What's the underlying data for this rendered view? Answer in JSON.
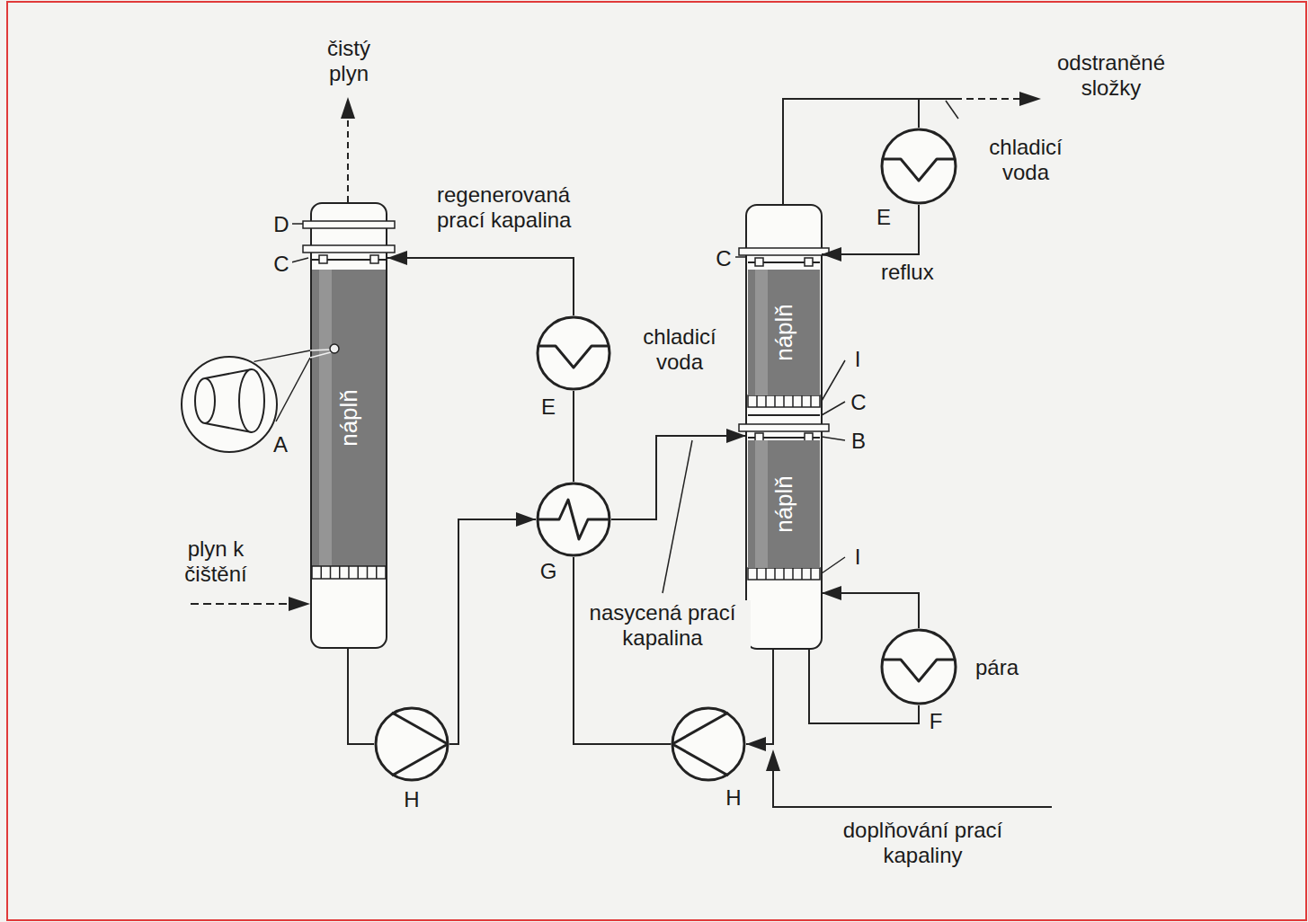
{
  "diagram": {
    "nodes": [
      {
        "text": [
          "náplň"
        ]
      },
      {
        "text": [
          "A"
        ]
      },
      {
        "text": [
          "chladicí voda",
          "E"
        ]
      },
      {
        "text": [
          "G"
        ]
      },
      {
        "text": [
          "H"
        ]
      },
      {
        "text": [
          "H"
        ]
      },
      {
        "text": [
          "náplň"
        ]
      },
      {
        "text": [
          "náplň"
        ]
      },
      {
        "text": [
          "chladicí voda",
          "E"
        ]
      },
      {
        "text": [
          "pára",
          "F"
        ]
      }
    ],
    "edges": [
      {
        "from": 0,
        "to": 4,
        "arrow": "none"
      },
      {
        "from": 4,
        "to": 3,
        "arrow": "to"
      },
      {
        "from": 3,
        "to": 7,
        "label": "nasycená prací kapalina",
        "arrow": "to"
      },
      {
        "from": 7,
        "to": 5,
        "arrow": "to"
      },
      {
        "from": 5,
        "to": 3,
        "arrow": "none"
      },
      {
        "from": 3,
        "to": 2,
        "arrow": "none"
      },
      {
        "from": 2,
        "to": 0,
        "label": "regenerovaná prací kapalina",
        "arrow": "to"
      },
      {
        "from": 6,
        "to": 8,
        "arrow": "none"
      },
      {
        "from": 8,
        "to": 6,
        "label": "reflux",
        "arrow": "to"
      },
      {
        "from": 7,
        "to": 9,
        "arrow": "none"
      },
      {
        "from": 9,
        "to": 7,
        "arrow": "to"
      },
      {
        "from": 1,
        "to": 0,
        "arrow": "none"
      }
    ],
    "labels": [
      "čistý plyn",
      "D",
      "C",
      "plyn k čištění",
      "odstraněné složky",
      "C",
      "I",
      "C",
      "B",
      "I",
      "doplňování prací kapaliny"
    ]
  }
}
